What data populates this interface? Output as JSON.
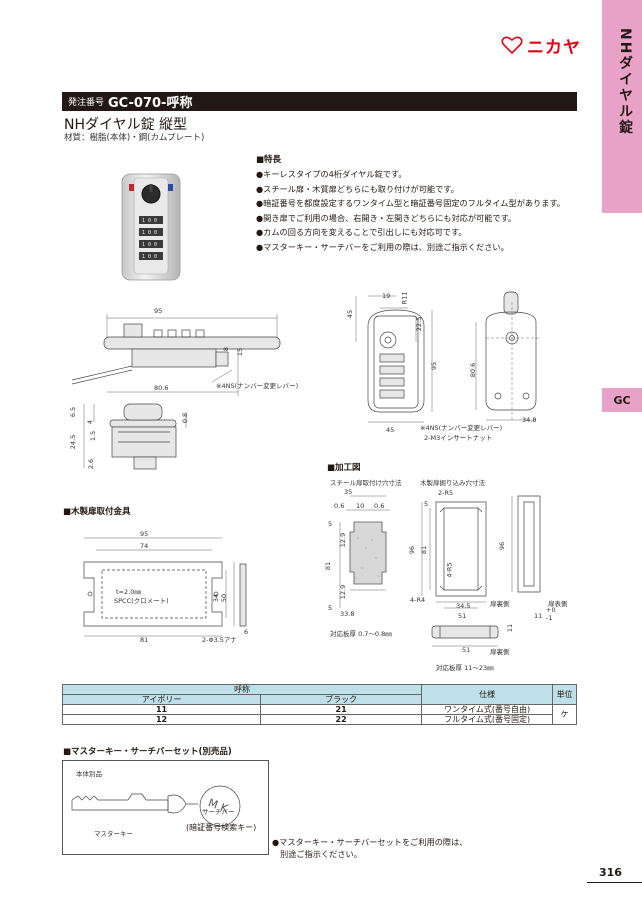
{
  "side_tab": {
    "label": "NHダイヤル錠",
    "gc_label": "GC"
  },
  "brand": {
    "name": "ニカヤ",
    "color": "#e60012"
  },
  "header": {
    "order_prefix": "発注番号",
    "order_code": "GC-070-呼称"
  },
  "product": {
    "title": "NHダイヤル錠 縦型",
    "material": "材質：樹脂(本体)・鋼(カムプレート)"
  },
  "features": {
    "heading": "■特長",
    "items": [
      "●キーレスタイプの4桁ダイヤル錠です。",
      "●スチール扉・木質扉どちらにも取り付けが可能です。",
      "●暗証番号を都度設定するワンタイム型と暗証番号固定のフルタイム型があります。",
      "●開き扉でご利用の場合、右開き・左開きどちらにも対応が可能です。",
      "●カムの回る方向を変えることで引出しにも対応可です。",
      "●マスターキー・サーチバーをご利用の際は、別途ご指示ください。"
    ]
  },
  "drawing_side": {
    "w95": "95",
    "w80_6": "80.6",
    "h15": "15",
    "h8": "8",
    "note": "※4NS(ナンバー変更レバー)",
    "h6_5": "6.5",
    "h4": "4",
    "h24_5": "24.5",
    "h1_5": "1.5",
    "h0_8": "0.8",
    "h2_6": "2.6"
  },
  "drawing_front": {
    "w19": "19",
    "r11": "R11",
    "h45": "45",
    "h22_5": "22.5",
    "h95": "95",
    "h80_6": "80.6",
    "w45": "45",
    "w34_8": "34.8",
    "note1": "※4NS(ナンバー変更レバー)",
    "note2": "2-M3インサートナット"
  },
  "machining": {
    "heading": "■加工図",
    "steel_label": "スチール扉取付け穴寸法",
    "wood_label": "木製扉掘り込み穴寸法",
    "w35": "35",
    "w0_6a": "0.6",
    "w10": "10",
    "w0_6b": "0.6",
    "h5a": "5",
    "h12_9a": "12.9",
    "h81": "81",
    "h12_9b": "12.9",
    "h5b": "5",
    "w33_8": "33.8",
    "steel_thickness": "対応板厚 0.7〜0.8㎜",
    "r2_r5": "2-R5",
    "h5c": "5",
    "h96a": "96",
    "h81b": "81",
    "r4_r5": "4-R5",
    "r4_r4": "4-R4",
    "w34_5": "34.5",
    "w51a": "51",
    "h96b": "96",
    "door_back": "扉裏側",
    "door_front": "扉表側",
    "tol_plus": "+0",
    "tol_minus": "-1",
    "w11": "11",
    "h11_0": "11",
    "w51b": "51",
    "door_back2": "扉裏側",
    "wood_thickness": "対応板厚 11〜23㎜"
  },
  "wood_fixture": {
    "heading": "■木製扉取付金具",
    "w95": "95",
    "w74": "74",
    "spec1": "t=2.0㎜",
    "spec2": "SPCC(クロメート)",
    "h34": "34",
    "h50": "50",
    "w81": "81",
    "holes": "2-Φ3.5アナ",
    "w6": "6"
  },
  "table": {
    "header_name": "呼称",
    "col_ivory": "アイボリー",
    "col_black": "ブラック",
    "col_spec": "仕様",
    "col_unit": "単位",
    "rows": [
      {
        "ivory": "11",
        "black": "21",
        "spec": "ワンタイム式(番号自由)"
      },
      {
        "ivory": "12",
        "black": "22",
        "spec": "フルタイム式(番号固定)"
      }
    ],
    "unit": "ケ",
    "header_color": "#bfe0e8"
  },
  "master_key": {
    "heading": "■マスターキー・サーチバーセット(別売品)",
    "sold_separately": "本体別品",
    "search_bar": "サーチバー",
    "master_key": "マスターキー",
    "code_key": "(暗証番号検索キー)",
    "tag": "M K",
    "note_line1": "●マスターキー・サーチバーセットをご利用の際は、",
    "note_line2": "別途ご指示ください。"
  },
  "page_number": "316"
}
